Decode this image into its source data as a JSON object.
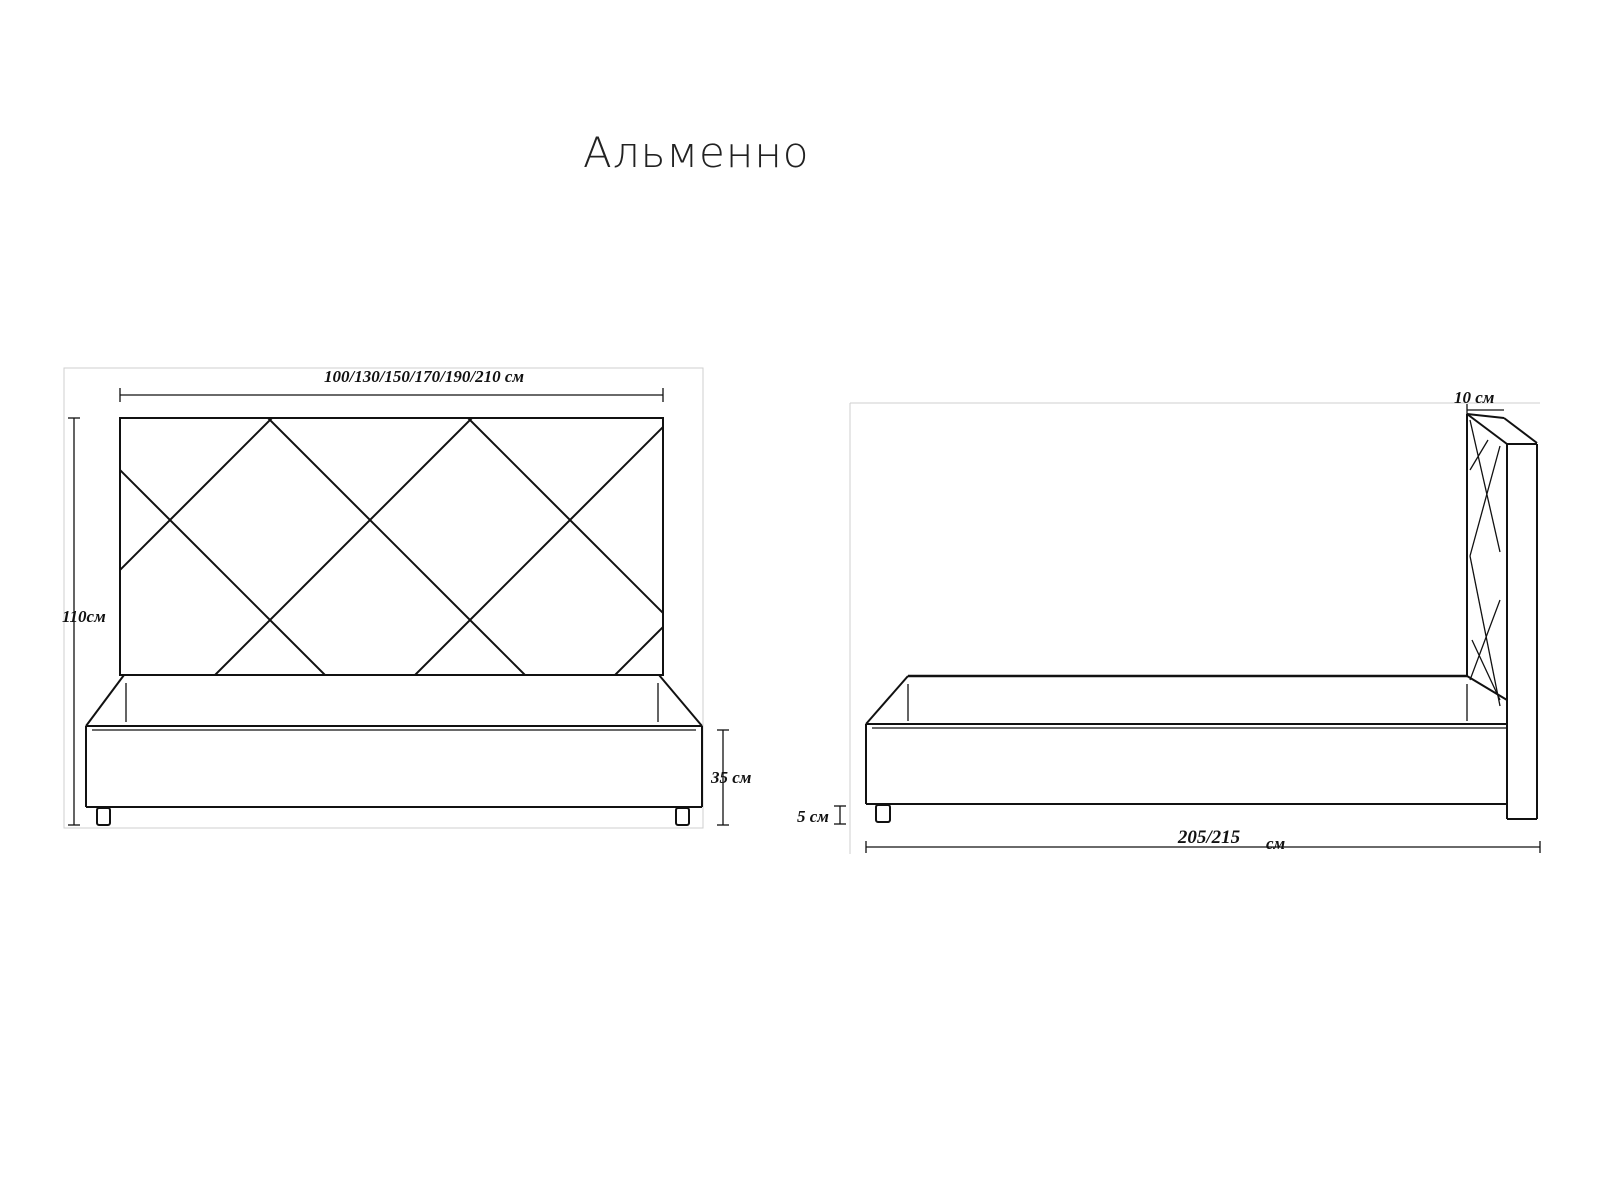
{
  "title": "Альменно",
  "front_view": {
    "width_label": "100/130/150/170/190/210 см",
    "height_label": "110см",
    "base_height_label": "35 см"
  },
  "side_view": {
    "headboard_thickness_label": "10 см",
    "leg_height_label": "5 см",
    "length_label": "205/215",
    "length_unit_label": "см"
  }
}
